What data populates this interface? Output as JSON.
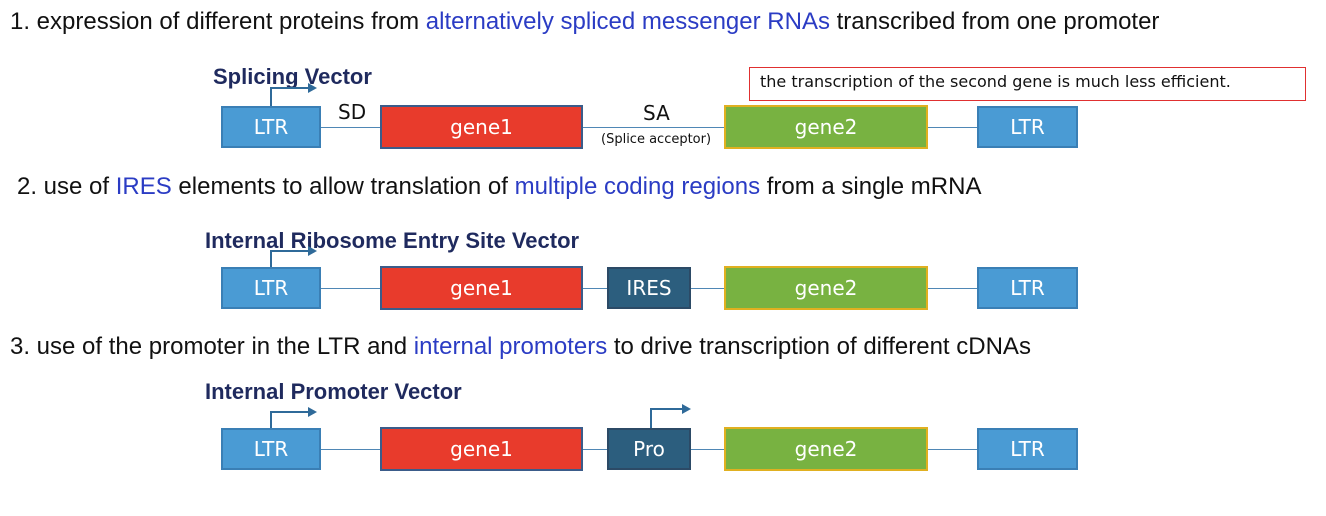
{
  "section1": {
    "heading": {
      "p1": "1. expression of different proteins from ",
      "h1": "alternatively spliced messenger RNAs",
      "p2": " transcribed from one promoter"
    },
    "vector_title": "Splicing Vector",
    "note": "the transcription of the second gene is much less efficient.",
    "sd_label": "SD",
    "sa_label": "SA",
    "sa_sublabel": "(Splice acceptor)",
    "ltr_left": "LTR",
    "gene1": "gene1",
    "gene2": "gene2",
    "ltr_right": "LTR"
  },
  "section2": {
    "heading": {
      "p1": "2. use of ",
      "h1": "IRES",
      "p2": " elements to allow translation of ",
      "h2": "multiple coding regions",
      "p3": " from a single mRNA"
    },
    "vector_title": "Internal Ribosome Entry Site Vector",
    "ltr_left": "LTR",
    "gene1": "gene1",
    "ires": "IRES",
    "gene2": "gene2",
    "ltr_right": "LTR"
  },
  "section3": {
    "heading": {
      "p1": "3. use of the promoter in the LTR and ",
      "h1": "internal promoters",
      "p2": " to drive transcription of different cDNAs"
    },
    "vector_title": "Internal Promoter Vector",
    "ltr_left": "LTR",
    "gene1": "gene1",
    "pro": "Pro",
    "gene2": "gene2",
    "ltr_right": "LTR"
  },
  "colors": {
    "ltr": "#4a9bd4",
    "gene1": "#e83b2c",
    "gene2": "#78b241",
    "ires_pro": "#2c5e7e",
    "highlight_text": "#2b3cc4",
    "note_border": "#e03030"
  }
}
